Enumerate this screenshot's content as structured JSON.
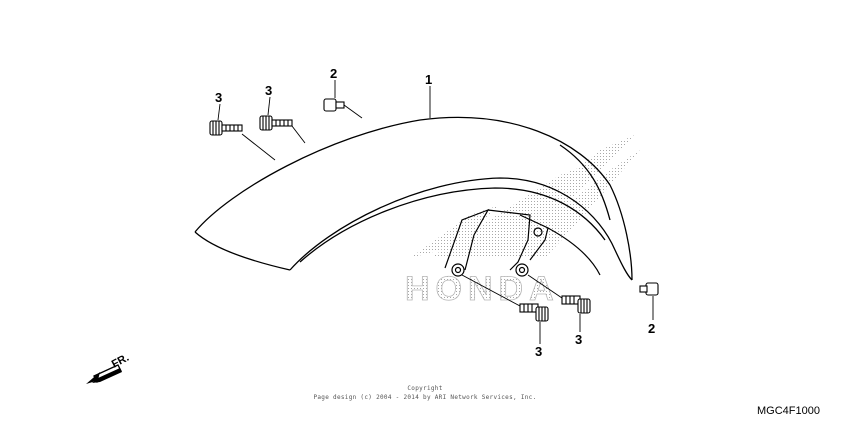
{
  "diagram": {
    "callouts": [
      {
        "id": "c1",
        "label": "1"
      },
      {
        "id": "c2a",
        "label": "2"
      },
      {
        "id": "c2b",
        "label": "2"
      },
      {
        "id": "c3a",
        "label": "3"
      },
      {
        "id": "c3b",
        "label": "3"
      },
      {
        "id": "c3c",
        "label": "3"
      },
      {
        "id": "c3d",
        "label": "3"
      }
    ],
    "direction_label": "FR.",
    "watermark_text": "HONDA",
    "copyright_line1": "Copyright",
    "copyright_line2": "Page design (c) 2004 - 2014 by ARI Network Services, Inc.",
    "reference_code": "MGC4F1000"
  }
}
